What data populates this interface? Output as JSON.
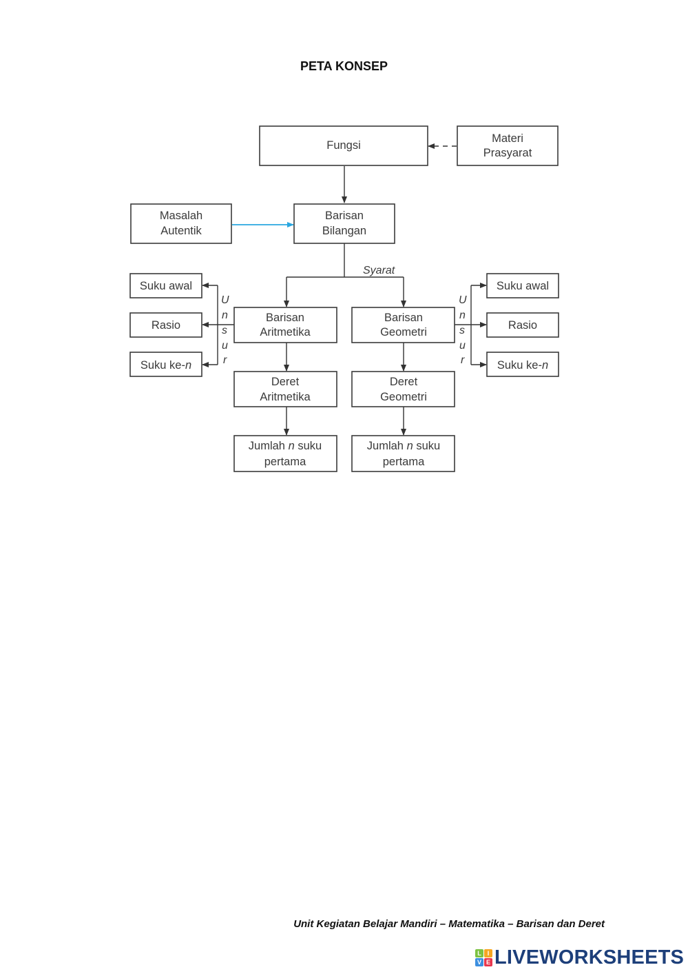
{
  "page": {
    "title": "PETA KONSEP",
    "footer": "Unit Kegiatan Belajar Mandiri – Matematika – Barisan dan Deret"
  },
  "brand": {
    "name": "LIVEWORKSHEETS",
    "logo_letters": [
      "L",
      "I",
      "V",
      "E"
    ],
    "logo_colors": [
      "#7cc242",
      "#f5a623",
      "#3d8fe0",
      "#e8384f"
    ],
    "text_color": "#1d3f7a"
  },
  "diagram": {
    "colors": {
      "line": "#333333",
      "accent_arrow": "#2aa7e0"
    },
    "nodes": {
      "fungsi": [
        "Fungsi"
      ],
      "materi_prasyarat": [
        "Materi",
        "Prasyarat"
      ],
      "masalah_autentik": [
        "Masalah",
        "Autentik"
      ],
      "barisan_bilangan": [
        "Barisan",
        "Bilangan"
      ],
      "barisan_aritmetika": [
        "Barisan",
        "Aritmetika"
      ],
      "barisan_geometri": [
        "Barisan",
        "Geometri"
      ],
      "deret_aritmetika": [
        "Deret",
        "Aritmetika"
      ],
      "deret_geometri": [
        "Deret",
        "Geometri"
      ],
      "jumlah_aritmetika": [
        "Jumlah n suku",
        "pertama"
      ],
      "jumlah_geometri": [
        "Jumlah n suku",
        "pertama"
      ],
      "left_suku_awal": [
        "Suku awal"
      ],
      "left_rasio": [
        "Rasio"
      ],
      "left_suku_ke_n": [
        "Suku ke-n"
      ],
      "right_suku_awal": [
        "Suku awal"
      ],
      "right_rasio": [
        "Rasio"
      ],
      "right_suku_ke_n": [
        "Suku ke-n"
      ]
    },
    "labels": {
      "syarat": "Syarat",
      "unsur_letters": [
        "U",
        "n",
        "s",
        "u",
        "r"
      ]
    },
    "edges": [
      {
        "from": "materi_prasyarat",
        "to": "fungsi",
        "style": "dashed"
      },
      {
        "from": "fungsi",
        "to": "barisan_bilangan",
        "style": "solid"
      },
      {
        "from": "masalah_autentik",
        "to": "barisan_bilangan",
        "style": "solid-blue"
      },
      {
        "from": "barisan_bilangan",
        "to": "barisan_aritmetika",
        "label": "Syarat"
      },
      {
        "from": "barisan_bilangan",
        "to": "barisan_geometri",
        "label": "Syarat"
      },
      {
        "from": "barisan_aritmetika",
        "to": "left_suku_awal",
        "label": "Unsur"
      },
      {
        "from": "barisan_aritmetika",
        "to": "left_rasio",
        "label": "Unsur"
      },
      {
        "from": "barisan_aritmetika",
        "to": "left_suku_ke_n",
        "label": "Unsur"
      },
      {
        "from": "barisan_geometri",
        "to": "right_suku_awal",
        "label": "Unsur"
      },
      {
        "from": "barisan_geometri",
        "to": "right_rasio",
        "label": "Unsur"
      },
      {
        "from": "barisan_geometri",
        "to": "right_suku_ke_n",
        "label": "Unsur"
      },
      {
        "from": "barisan_aritmetika",
        "to": "deret_aritmetika"
      },
      {
        "from": "barisan_geometri",
        "to": "deret_geometri"
      },
      {
        "from": "deret_aritmetika",
        "to": "jumlah_aritmetika"
      },
      {
        "from": "deret_geometri",
        "to": "jumlah_geometri"
      }
    ]
  }
}
